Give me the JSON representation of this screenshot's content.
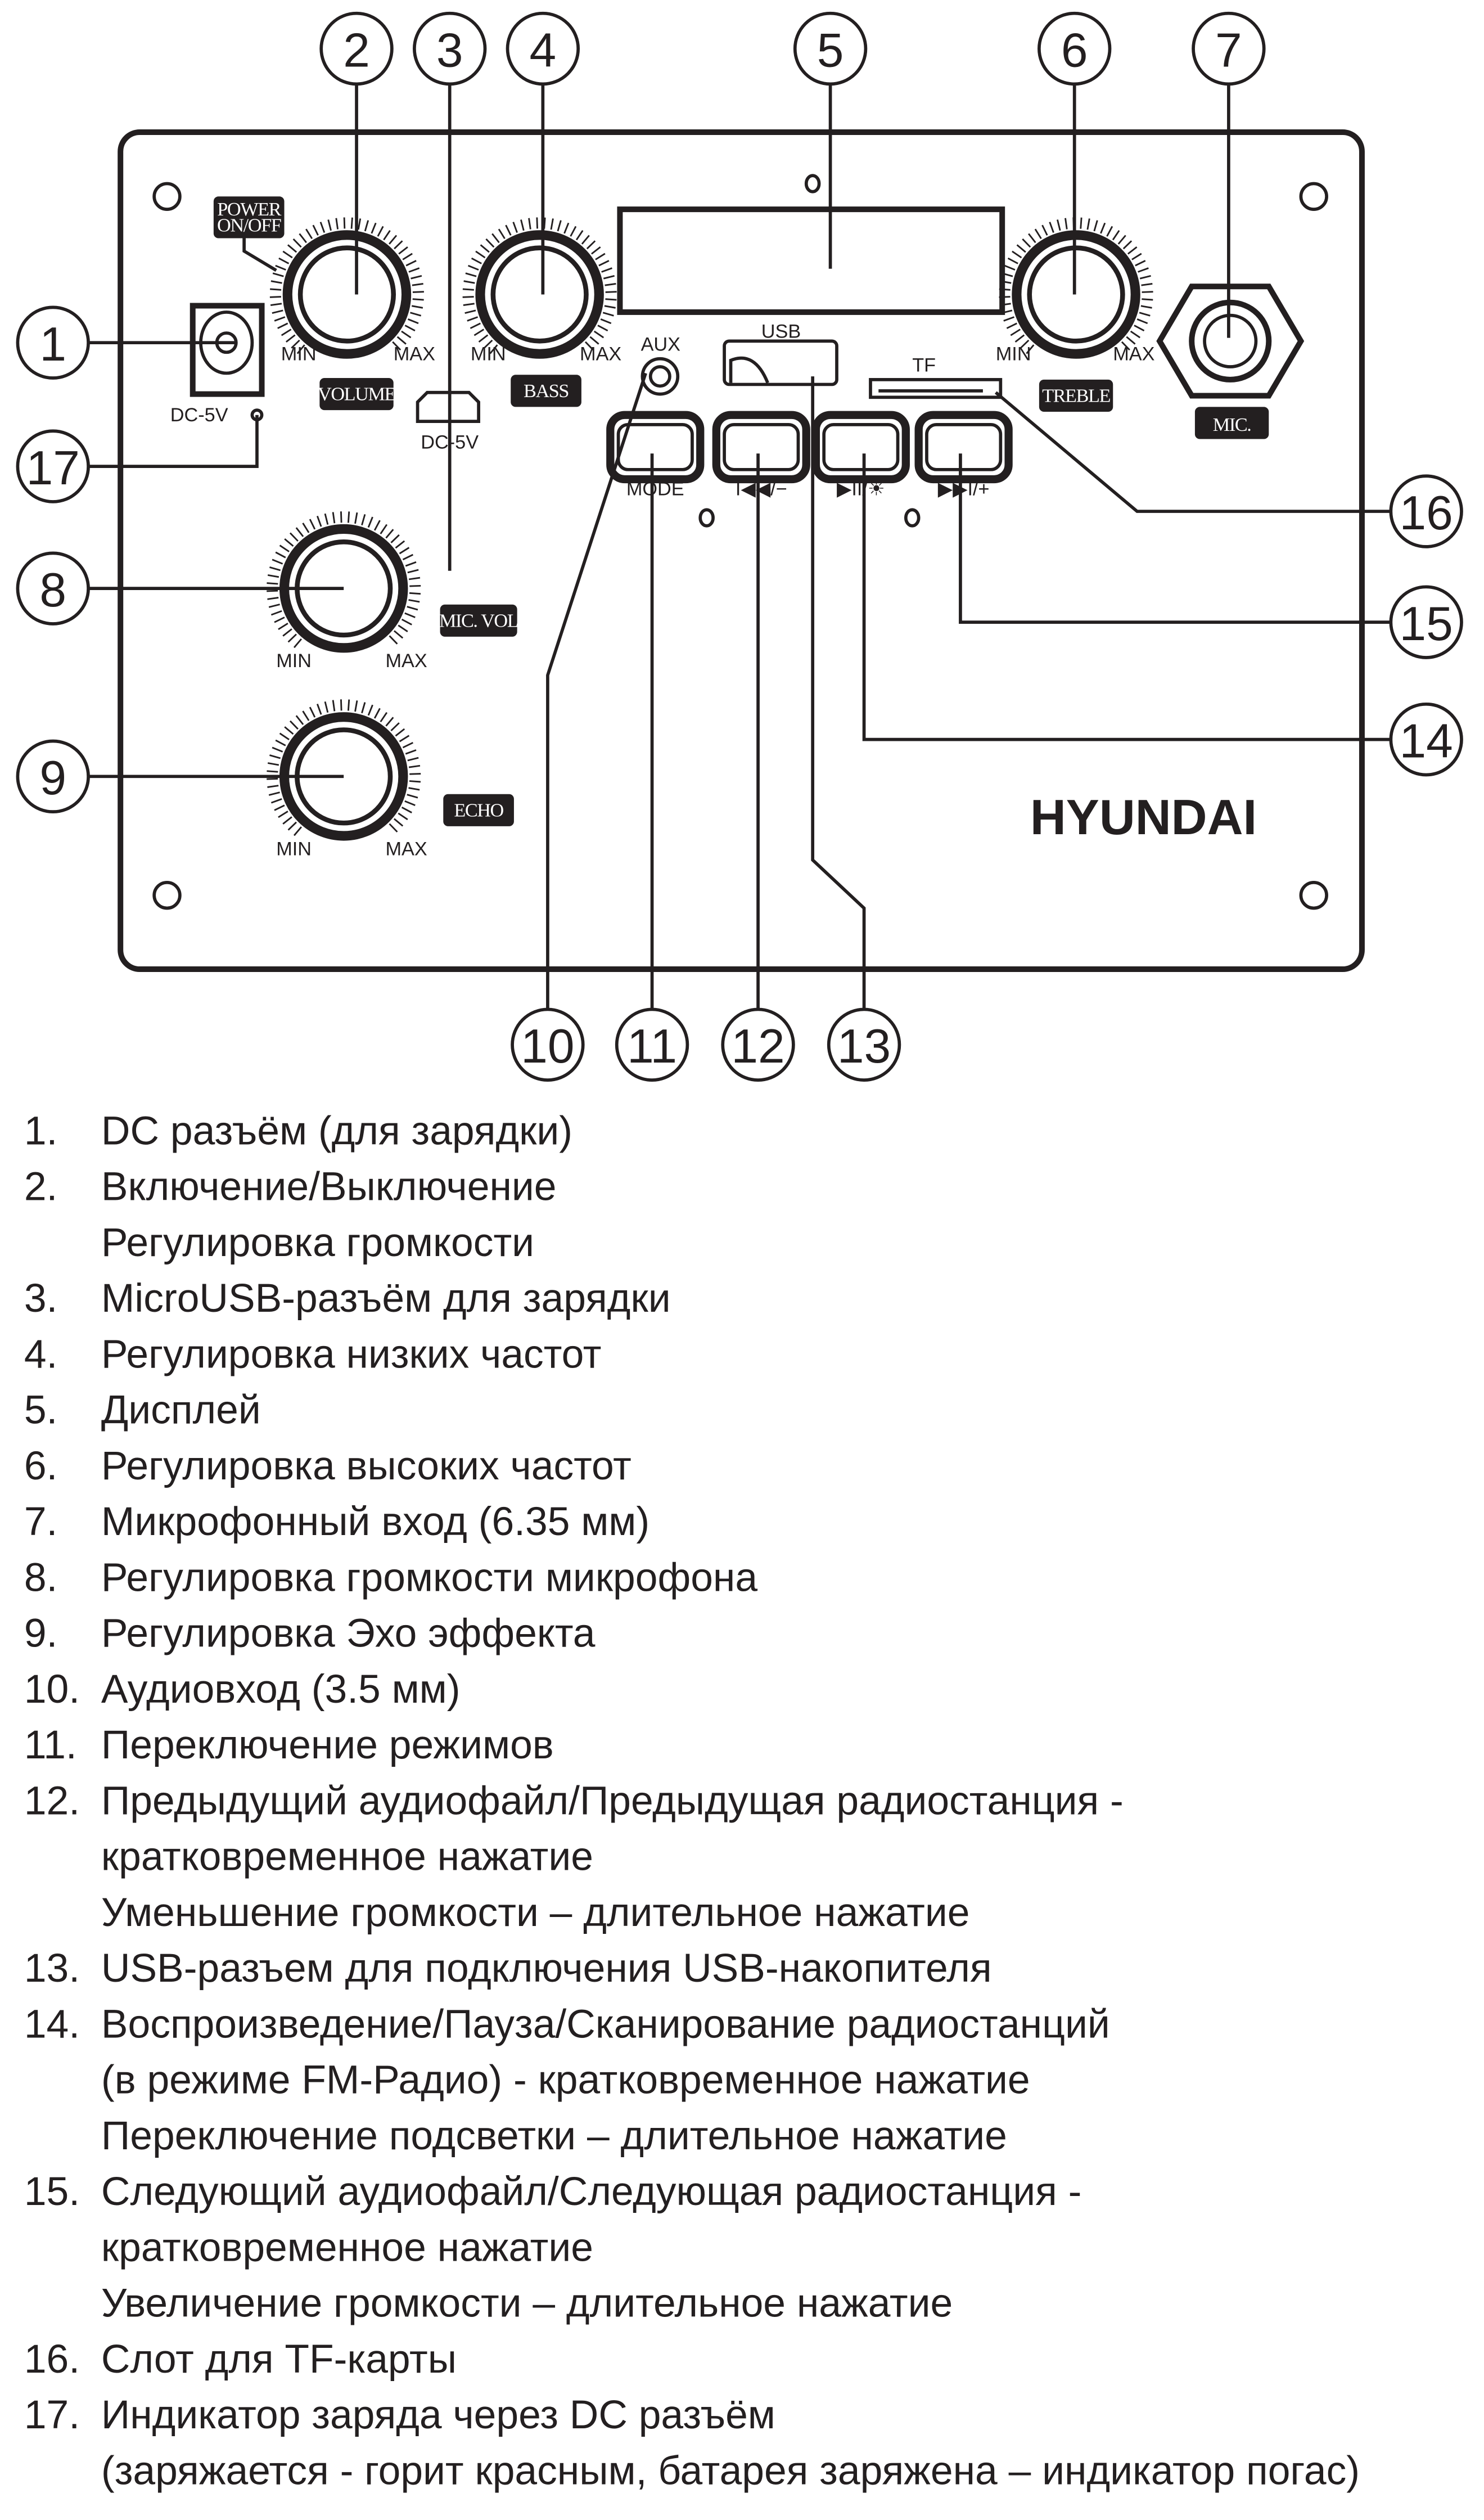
{
  "callouts": [
    "1",
    "2",
    "3",
    "4",
    "5",
    "6",
    "7",
    "8",
    "9",
    "10",
    "11",
    "12",
    "13",
    "14",
    "15",
    "16",
    "17"
  ],
  "panel": {
    "power": [
      "POWER",
      "ON/OFF"
    ],
    "min": "MIN",
    "max": "MAX",
    "volume": "VOLUME",
    "bass": "BASS",
    "treble": "TREBLE",
    "mic_vol": "MIC. VOL",
    "echo": "ECHO",
    "dc5v": "DC-5V",
    "aux": "AUX",
    "usb": "USB",
    "tf": "TF",
    "mic": "MIC.",
    "mode": "MODE",
    "prev": "I◀◀/−",
    "play": "▶II/☀",
    "next": "▶▶I/+",
    "brand": "HYUNDAI"
  },
  "list": [
    {
      "n": "1.",
      "lines": [
        "DC разъём (для зарядки)"
      ]
    },
    {
      "n": "2.",
      "lines": [
        "Включение/Выключение",
        "Регулировка громкости"
      ]
    },
    {
      "n": "3.",
      "lines": [
        "MicroUSB-разъём для зарядки"
      ]
    },
    {
      "n": "4.",
      "lines": [
        "Регулировка низких частот"
      ]
    },
    {
      "n": "5.",
      "lines": [
        "Дисплей"
      ]
    },
    {
      "n": "6.",
      "lines": [
        "Регулировка высоких частот"
      ]
    },
    {
      "n": "7.",
      "lines": [
        "Микрофонный вход (6.35 мм)"
      ]
    },
    {
      "n": "8.",
      "lines": [
        "Регулировка громкости микрофона"
      ]
    },
    {
      "n": "9.",
      "lines": [
        "Регулировка Эхо эффекта"
      ]
    },
    {
      "n": "10.",
      "lines": [
        "Аудиовход (3.5 мм)"
      ]
    },
    {
      "n": "11.",
      "lines": [
        "Переключение режимов"
      ]
    },
    {
      "n": "12.",
      "lines": [
        "Предыдущий аудиофайл/Предыдущая радиостанция -",
        "кратковременное нажатие",
        "Уменьшение громкости – длительное нажатие"
      ]
    },
    {
      "n": "13.",
      "lines": [
        "USB-разъем для подключения USB-накопителя"
      ]
    },
    {
      "n": "14.",
      "lines": [
        "Воспроизведение/Пауза/Сканирование радиостанций",
        "(в режиме FM-Радио) - кратковременное нажатие",
        "Переключение подсветки – длительное нажатие"
      ]
    },
    {
      "n": "15.",
      "lines": [
        "Следующий аудиофайл/Следующая радиостанция -",
        "кратковременное нажатие",
        "Увеличение громкости – длительное нажатие"
      ]
    },
    {
      "n": "16.",
      "lines": [
        "Слот для TF-карты"
      ]
    },
    {
      "n": "17.",
      "lines": [
        "Индикатор заряда через DC разъём",
        "(заряжается - горит красным, батарея заряжена – индикатор погас)"
      ]
    }
  ]
}
